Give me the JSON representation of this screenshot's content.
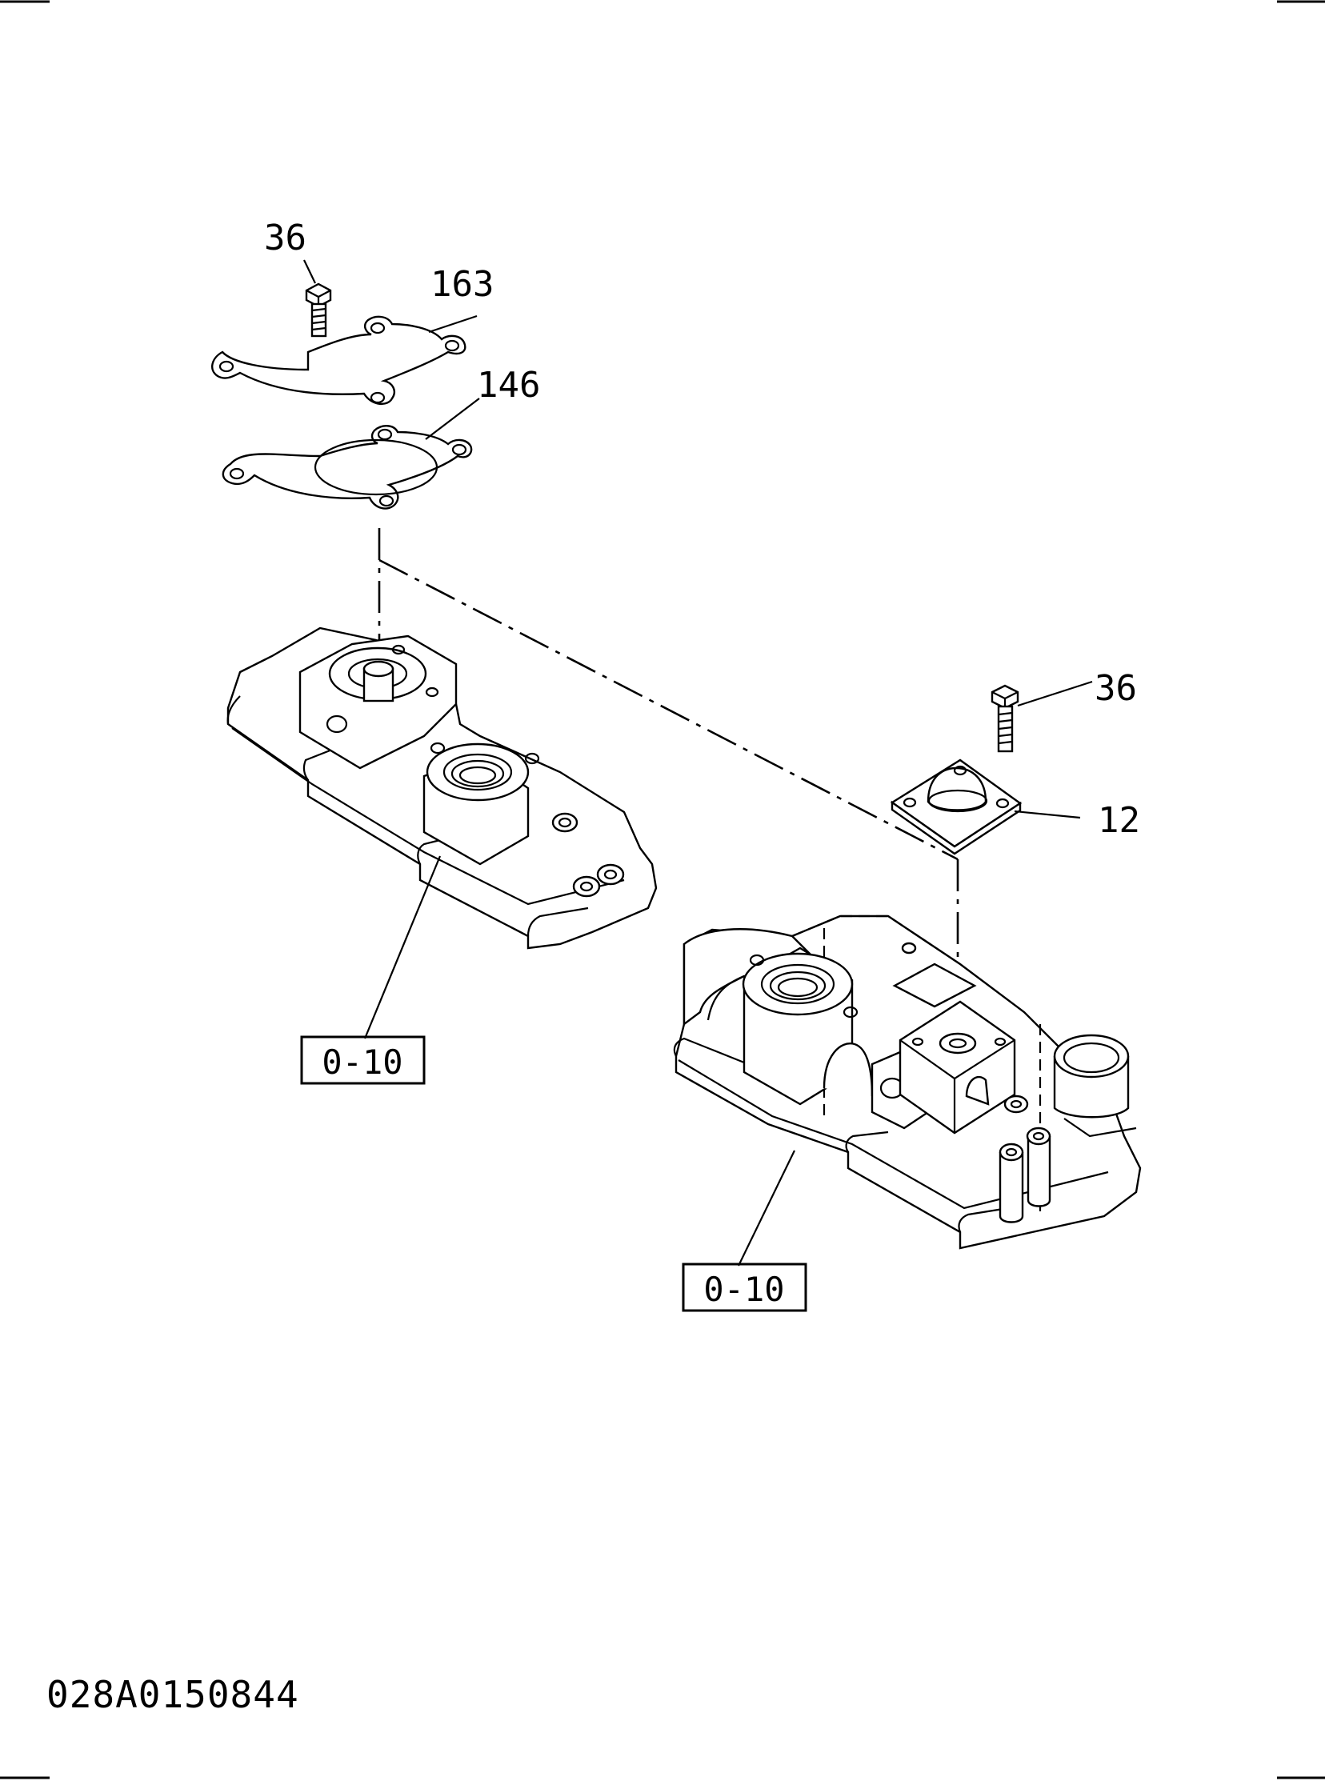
{
  "callouts": {
    "bolt_top": "36",
    "cover_163": "163",
    "gasket_146": "146",
    "bolt_right": "36",
    "cover_12": "12"
  },
  "ref_boxes": {
    "left": "0-10",
    "right": "0-10"
  },
  "drawing_code": "028A0150844"
}
